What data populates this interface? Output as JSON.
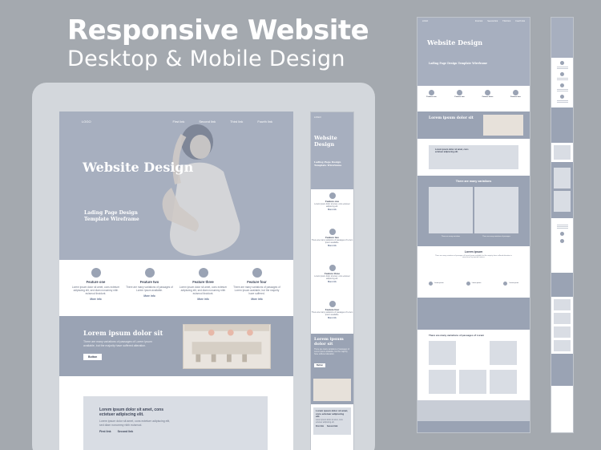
{
  "headline": {
    "title": "Responsive Website",
    "subtitle": "Desktop & Mobile Design"
  },
  "tablet": {
    "logo": "LOGO",
    "nav": [
      "First link",
      "Second link",
      "Third link",
      "Fourth link"
    ],
    "hero_title": "Website Design",
    "hero_subtitle": "Lading Page Design Template Wireframe",
    "features": [
      {
        "title": "Feature one",
        "text": "Lorem ipsum dolor sit amet, cons ectetuer adipiscing elit, sed diam nonummy nibh euismod tincidunt.",
        "more": "More info"
      },
      {
        "title": "Feature two",
        "text": "There are many variations of passages of Lorem Ipsum available.",
        "more": "More info"
      },
      {
        "title": "Feature three",
        "text": "Lorem ipsum dolor sit amet, cons ectetuer adipiscing elit, sed diam nonummy nibh euismod tincidunt.",
        "more": "More info"
      },
      {
        "title": "Feature four",
        "text": "There are many variations of passages of Lorem Ipsum available, but the majority have suffered.",
        "more": "More info"
      }
    ],
    "band": {
      "title": "Lorem ipsum dolor sit",
      "text": "There are many variations of passages of Lorem Ipsum available, but the majority have suffered alteration.",
      "button": "Button"
    },
    "card": {
      "title": "Lorem ipsum dolor sit amet, cons ectetuer adipiscing elit.",
      "text": "Lorem ipsum dolor sit amet, cons ectetuer adipiscing elit, sed diam nonummy nibh euismod.",
      "link1": "First link",
      "link2": "Second link"
    }
  },
  "phone": {
    "logo": "LOGO",
    "hero_title": "Website Design",
    "hero_subtitle": "Lading Page Design Template Wireframe",
    "features": [
      {
        "title": "Feature one",
        "text": "Lorem ipsum dolor sit amet, cons ectetuer adipiscing elit.",
        "more": "More info"
      },
      {
        "title": "Feature two",
        "text": "There are many variations of passages of Lorem Ipsum available.",
        "more": "More info"
      },
      {
        "title": "Feature three",
        "text": "Lorem ipsum dolor sit amet, cons ectetuer adipiscing elit.",
        "more": "More info"
      },
      {
        "title": "Feature four",
        "text": "There are many variations of passages of Lorem Ipsum available.",
        "more": "More info"
      }
    ],
    "band": {
      "title": "Lorem ipsum dolor sit",
      "text": "There are many variations of passages of Lorem Ipsum available, but the majority have suffered alteration.",
      "button": "Button"
    },
    "card": {
      "title": "Lorem ipsum dolor sit amet, cons ectetuer adipiscing elit.",
      "text": "Lorem ipsum dolor sit amet, cons ectetuer adipiscing elit.",
      "link1": "First link",
      "link2": "Second link"
    }
  },
  "desktop_full": {
    "logo": "LOGO",
    "nav": [
      "First link",
      "Second link",
      "Third link",
      "Fourth link"
    ],
    "hero_title": "Website Design",
    "hero_subtitle": "Lading Page Design Template Wireframe",
    "features": [
      "Feature one",
      "Feature two",
      "Feature three",
      "Feature four"
    ],
    "band_title": "Lorem ipsum dolor sit",
    "card_title": "Lorem ipsum dolor sit amet, cons ectetuer adipiscing elit.",
    "variations_title": "There are many variations",
    "variation_captions": [
      "There are many variations",
      "There are many variations of passages"
    ],
    "text_title": "Lorem ipsum",
    "text_body": "There are many variations of passages of Lorem Ipsum available, but the majority have suffered alteration in some form, by injected humour.",
    "row_items": [
      "Lorem ipsum",
      "Lorem ipsum",
      "Lorem ipsum"
    ],
    "grid_title": "There are many variations of passages of Lorem"
  },
  "colors": {
    "background": "#a4a9af",
    "hero": "#a7afbf",
    "accent_band": "#9aa3b4",
    "card": "#d9dde4",
    "text_dark": "#3f475a"
  }
}
